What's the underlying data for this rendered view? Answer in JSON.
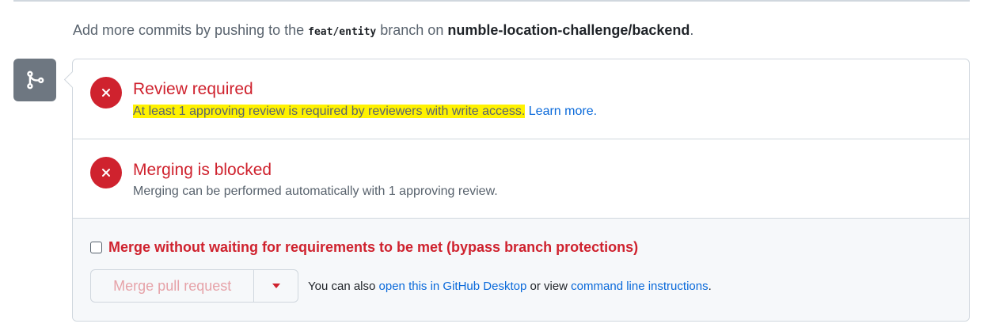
{
  "push_note": {
    "prefix": "Add more commits by pushing to the",
    "branch": "feat/entity",
    "middle": "branch on",
    "repo": "numble-location-challenge/backend",
    "suffix": "."
  },
  "review": {
    "title": "Review required",
    "description": "At least 1 approving review is required by reviewers with write access.",
    "learn_more": "Learn more."
  },
  "merging": {
    "title": "Merging is blocked",
    "description": "Merging can be performed automatically with 1 approving review."
  },
  "bypass": {
    "label": "Merge without waiting for requirements to be met (bypass branch protections)",
    "checked": false
  },
  "merge_button": {
    "label": "Merge pull request"
  },
  "alternatives": {
    "prefix": "You can also",
    "desktop_link": "open this in GitHub Desktop",
    "middle": "or view",
    "cli_link": "command line instructions",
    "suffix": "."
  },
  "icons": {
    "badge": "git-merge-icon",
    "status": "x-circle-icon",
    "dropdown": "triangle-down-icon"
  },
  "colors": {
    "danger": "#cf222e",
    "link": "#0969da",
    "muted": "#59636e",
    "badge_bg": "#6e7781",
    "highlight": "#fff200"
  }
}
